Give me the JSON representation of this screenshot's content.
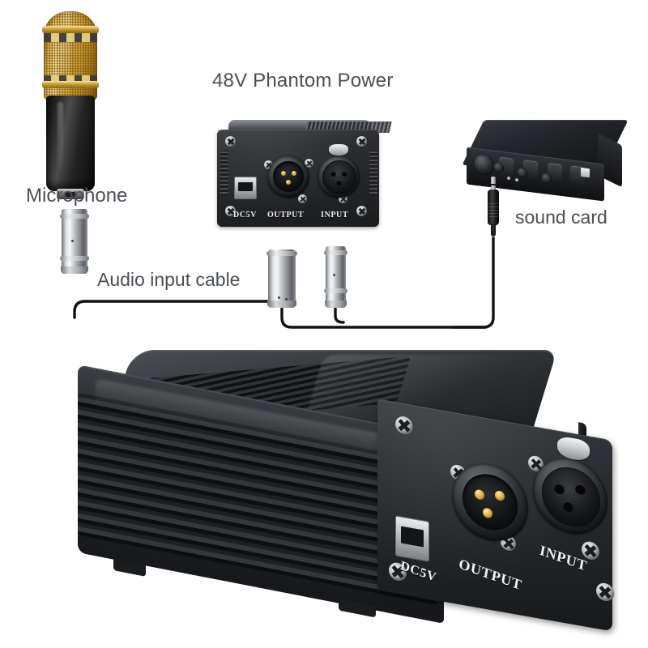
{
  "diagram": {
    "title": "48V Phantom Power",
    "background_color": "#ffffff",
    "label_color": "#4a4f55",
    "labels": {
      "microphone": "Microphone",
      "audio_cable": "Audio input cable",
      "sound_card": "sound card",
      "phantom_power": "48V Phantom Power"
    }
  },
  "phantom_unit_small": {
    "ports": [
      {
        "name": "dc5v",
        "label": "DC5V",
        "type": "usb-b-jack"
      },
      {
        "name": "output",
        "label": "OUTPUT",
        "type": "xlr-male-3pin"
      },
      {
        "name": "input",
        "label": "INPUT",
        "type": "xlr-female-3pin"
      }
    ],
    "screw_count": 6,
    "body_color": "#232528"
  },
  "phantom_unit_big": {
    "ports": [
      {
        "name": "dc5v",
        "label": "DC5V",
        "type": "usb-b-jack"
      },
      {
        "name": "output",
        "label": "OUTPUT",
        "type": "xlr-male-3pin"
      },
      {
        "name": "input",
        "label": "INPUT",
        "type": "xlr-female-3pin"
      }
    ],
    "screw_count": 6,
    "body_color": "#232629"
  },
  "microphone": {
    "grille_color": "#d8ac43",
    "body_color": "#141414"
  },
  "sound_card": {
    "body_color": "#23262a",
    "knob_count": 4,
    "jack_count": 3
  },
  "connectors": [
    {
      "name": "xlr-connector-mic-end",
      "type": "xlr-female"
    },
    {
      "name": "xlr-connector-loose-a",
      "type": "xlr-female"
    },
    {
      "name": "xlr-connector-loose-b",
      "type": "xlr-male"
    },
    {
      "name": "trs-plug-3.5mm",
      "type": "trs-3.5mm"
    }
  ],
  "cable_color": "#111111"
}
